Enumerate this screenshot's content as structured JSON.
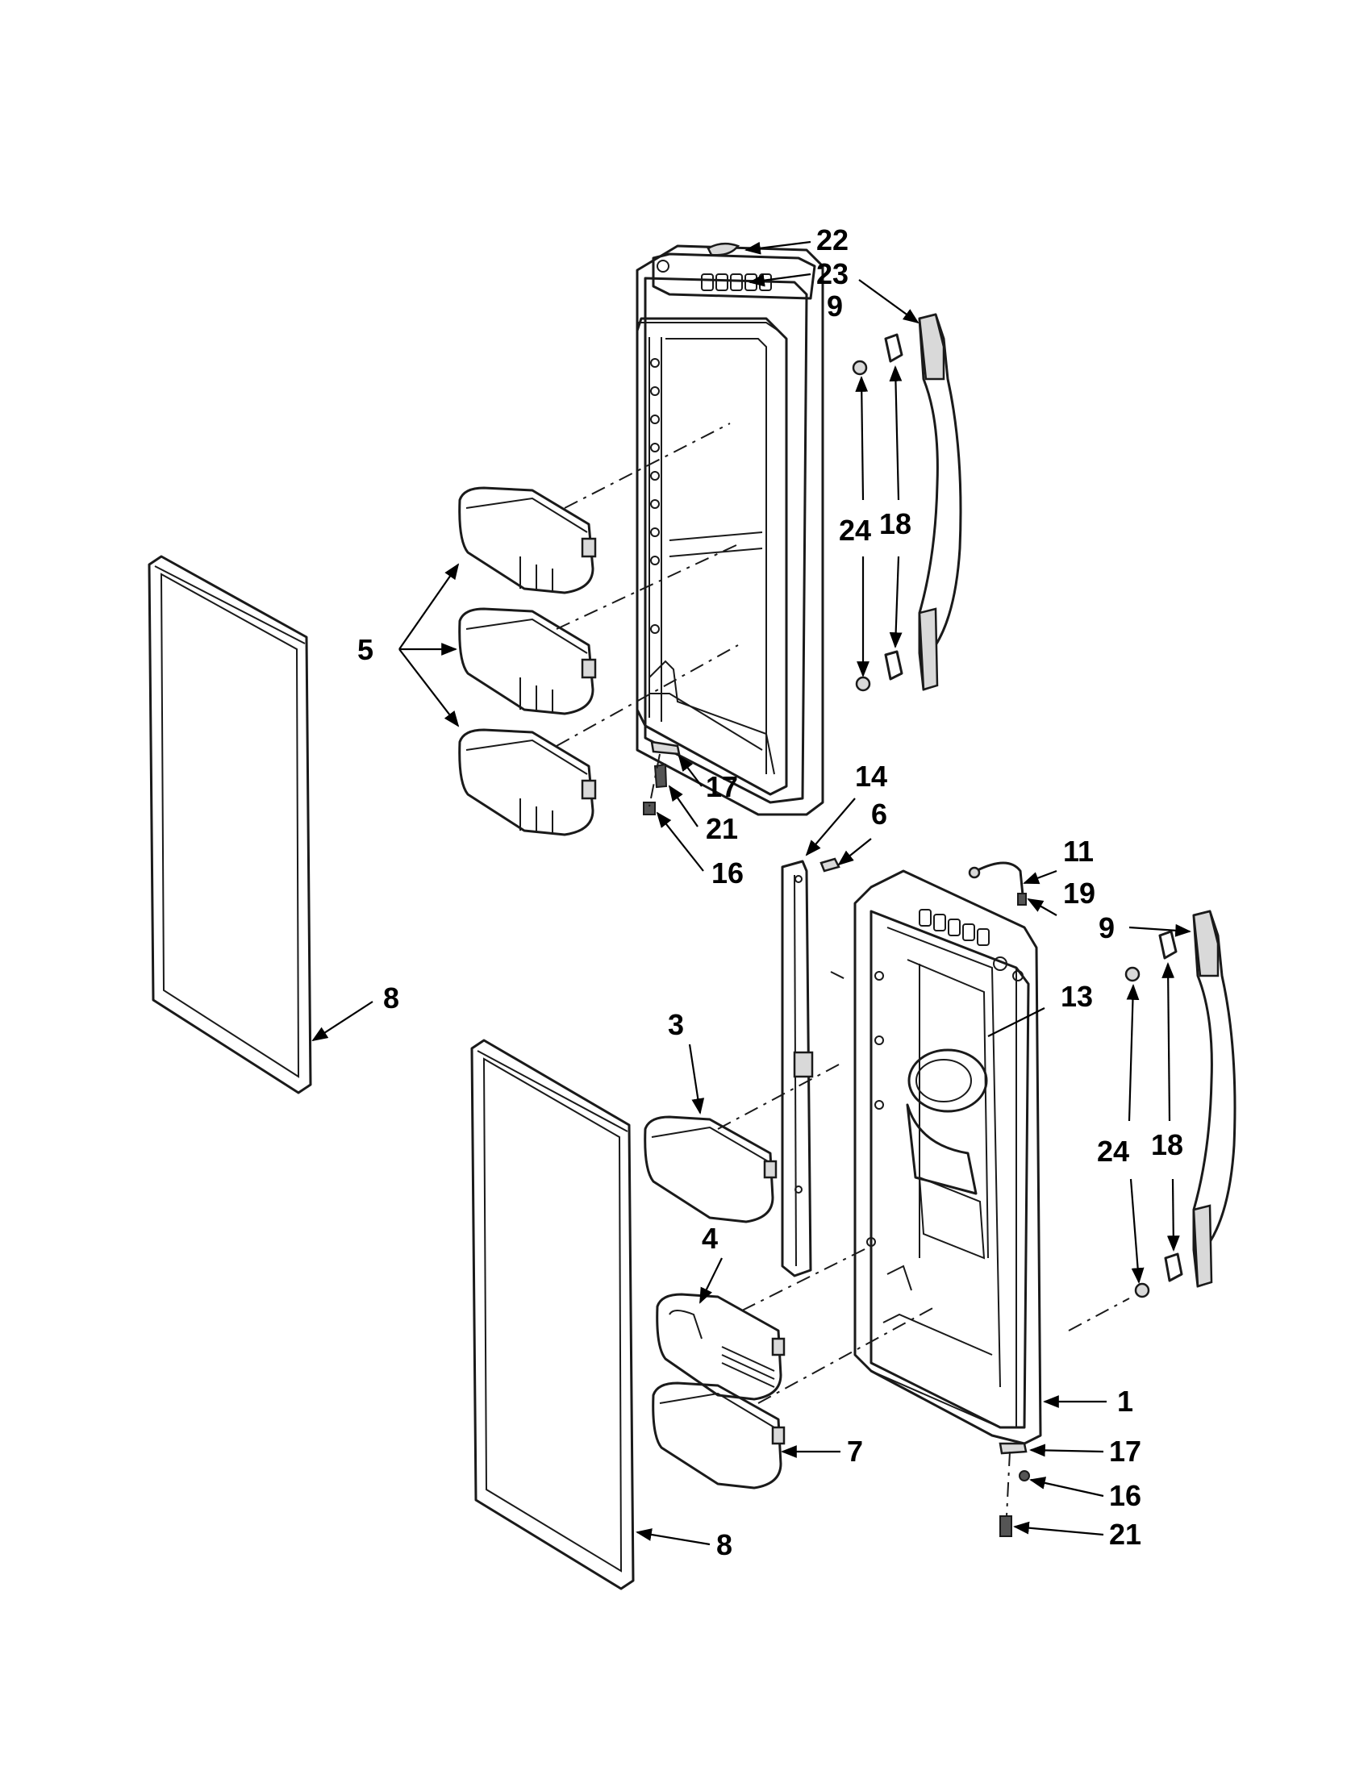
{
  "diagram": {
    "callouts": [
      {
        "id": "c22",
        "text": "22"
      },
      {
        "id": "c23",
        "text": "23"
      },
      {
        "id": "c9a",
        "text": "9"
      },
      {
        "id": "c24a",
        "text": "24"
      },
      {
        "id": "c18a",
        "text": "18"
      },
      {
        "id": "c5",
        "text": "5"
      },
      {
        "id": "c17a",
        "text": "17"
      },
      {
        "id": "c21a",
        "text": "21"
      },
      {
        "id": "c16a",
        "text": "16"
      },
      {
        "id": "c14",
        "text": "14"
      },
      {
        "id": "c6",
        "text": "6"
      },
      {
        "id": "c11",
        "text": "11"
      },
      {
        "id": "c19",
        "text": "19"
      },
      {
        "id": "c9b",
        "text": "9"
      },
      {
        "id": "c8a",
        "text": "8"
      },
      {
        "id": "c13",
        "text": "13"
      },
      {
        "id": "c3",
        "text": "3"
      },
      {
        "id": "c24b",
        "text": "24"
      },
      {
        "id": "c18b",
        "text": "18"
      },
      {
        "id": "c4",
        "text": "4"
      },
      {
        "id": "c1",
        "text": "1"
      },
      {
        "id": "c7",
        "text": "7"
      },
      {
        "id": "c17b",
        "text": "17"
      },
      {
        "id": "c16b",
        "text": "16"
      },
      {
        "id": "c21b",
        "text": "21"
      },
      {
        "id": "c8b",
        "text": "8"
      }
    ]
  }
}
